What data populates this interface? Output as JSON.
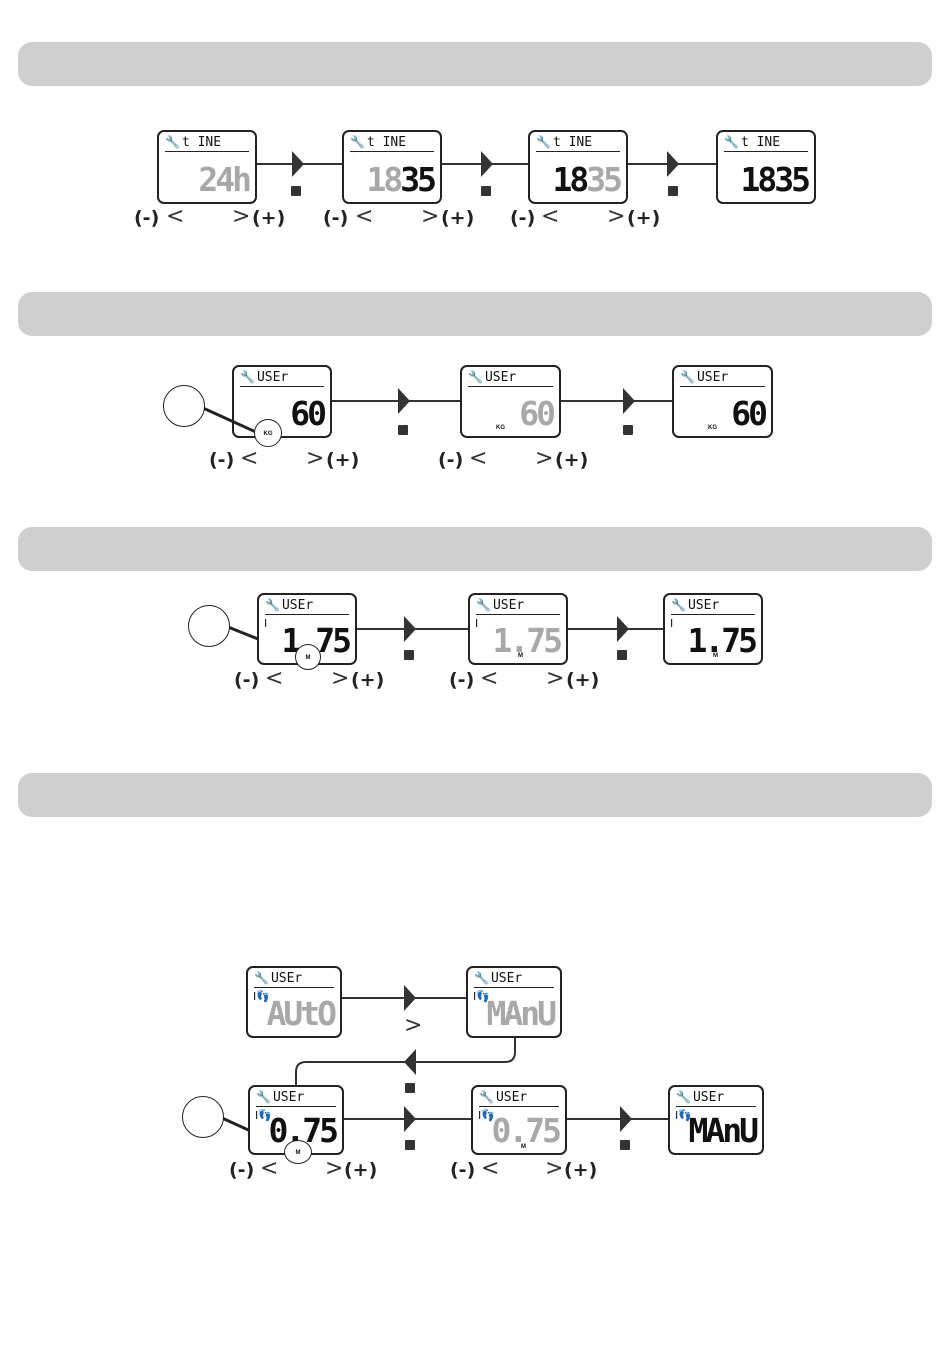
{
  "hdr": {
    "time": "t INE",
    "user": "USEr"
  },
  "buttons": {
    "minus": "(-)",
    "plus": "(+)",
    "lt": "<",
    "gt": ">"
  },
  "units": {
    "kg": "KG",
    "m": "M"
  },
  "icons": {
    "wrench": "wrench-icon",
    "walker": "footstep-icon",
    "height": "height-icon"
  },
  "section1": {
    "screens": [
      {
        "dim": "24h",
        "bright": ""
      },
      {
        "dim": "18",
        "bright": "35"
      },
      {
        "bright": "18",
        "dim": "35"
      },
      {
        "bright": "1835"
      }
    ]
  },
  "section2": {
    "screens": [
      {
        "value": "60"
      },
      {
        "value": "60"
      },
      {
        "value": "60"
      }
    ]
  },
  "section3": {
    "screens": [
      {
        "value": "1.75"
      },
      {
        "value": "1.75"
      },
      {
        "value": "1.75"
      }
    ]
  },
  "section4": {
    "screens": [
      {
        "value": "AUtO"
      },
      {
        "value": "MAnU"
      },
      {
        "value": "0.75"
      },
      {
        "value": "0.75"
      },
      {
        "value": "MAnU"
      }
    ]
  }
}
